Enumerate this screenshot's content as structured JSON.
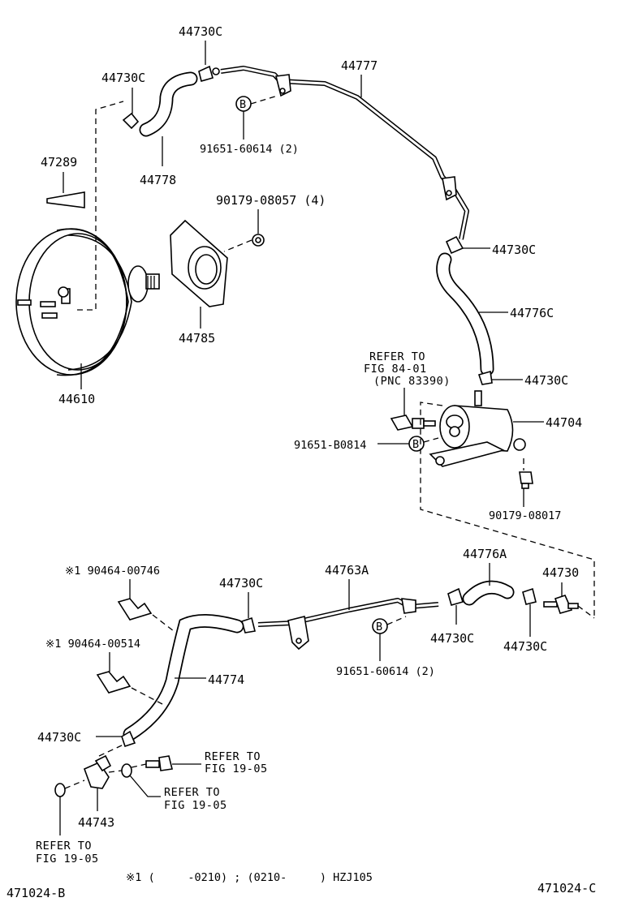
{
  "parts": {
    "p44730C_top": "44730C",
    "p44730C_left": "44730C",
    "p44777": "44777",
    "p91651_60614_top": "91651-60614 (2)",
    "p44778": "44778",
    "p47289": "47289",
    "p90179_08057": "90179-08057 (4)",
    "p44730C_r1": "44730C",
    "p44785": "44785",
    "p44776C": "44776C",
    "p44610": "44610",
    "p44730C_r2": "44730C",
    "p44704": "44704",
    "p91651_B0814": "91651-B0814",
    "p90179_08017": "90179-08017",
    "p44776A": "44776A",
    "p90464_00746": "※1 90464-00746",
    "p44730C_mid": "44730C",
    "p44763A": "44763A",
    "p44730": "44730",
    "p90464_00514": "※1 90464-00514",
    "p44730C_b1": "44730C",
    "p44730C_b2": "44730C",
    "p44774": "44774",
    "p91651_60614_bot": "91651-60614 (2)",
    "p44730C_low": "44730C",
    "p44743": "44743"
  },
  "refs": {
    "fig84_line1": "REFER TO",
    "fig84_line2": "FIG 84-01",
    "fig84_line3": "(PNC 83390)",
    "fig19a_line1": "REFER TO",
    "fig19a_line2": "FIG 19-05",
    "fig19b_line1": "REFER TO",
    "fig19b_line2": "FIG 19-05",
    "fig19c_line1": "REFER TO",
    "fig19c_line2": "FIG 19-05"
  },
  "callout_b": "B",
  "footnote": "※1 (     -0210) ; (0210-     ) HZJ105",
  "code_left": "471024-B",
  "code_right": "471024-C"
}
